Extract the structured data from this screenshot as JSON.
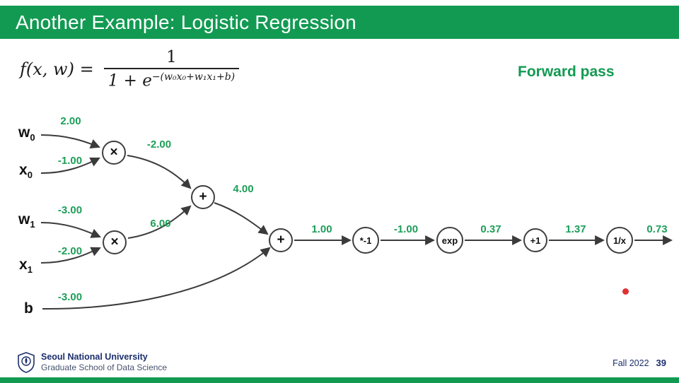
{
  "slide": {
    "title": "Another Example: Logistic Regression",
    "forward_pass_label": "Forward pass"
  },
  "formula": {
    "lhs": "f(x, w) =",
    "numerator": "1",
    "denominator_base": "1 + e",
    "exponent": "−(w₀x₀+w₁x₁+b)"
  },
  "graph": {
    "inputs": [
      {
        "name": "w",
        "sub": "0",
        "value": "2.00"
      },
      {
        "name": "x",
        "sub": "0",
        "value": "-1.00"
      },
      {
        "name": "w",
        "sub": "1",
        "value": "-3.00"
      },
      {
        "name": "x",
        "sub": "1",
        "value": "-2.00"
      },
      {
        "name": "b",
        "sub": "",
        "value": "-3.00"
      }
    ],
    "nodes": [
      "×",
      "×",
      "+",
      "+",
      "*-1",
      "exp",
      "+1",
      "1/x"
    ],
    "edge_values": [
      "-2.00",
      "6.00",
      "4.00",
      "1.00",
      "-1.00",
      "0.37",
      "1.37",
      "0.73"
    ]
  },
  "footer": {
    "university": "Seoul National University",
    "school": "Graduate School of Data Science",
    "term": "Fall 2022",
    "page": "39"
  },
  "colors": {
    "brand_green": "#129a52",
    "value_green": "#1d9e58",
    "navy": "#1b2e6b",
    "pointer_red": "#e03131"
  }
}
